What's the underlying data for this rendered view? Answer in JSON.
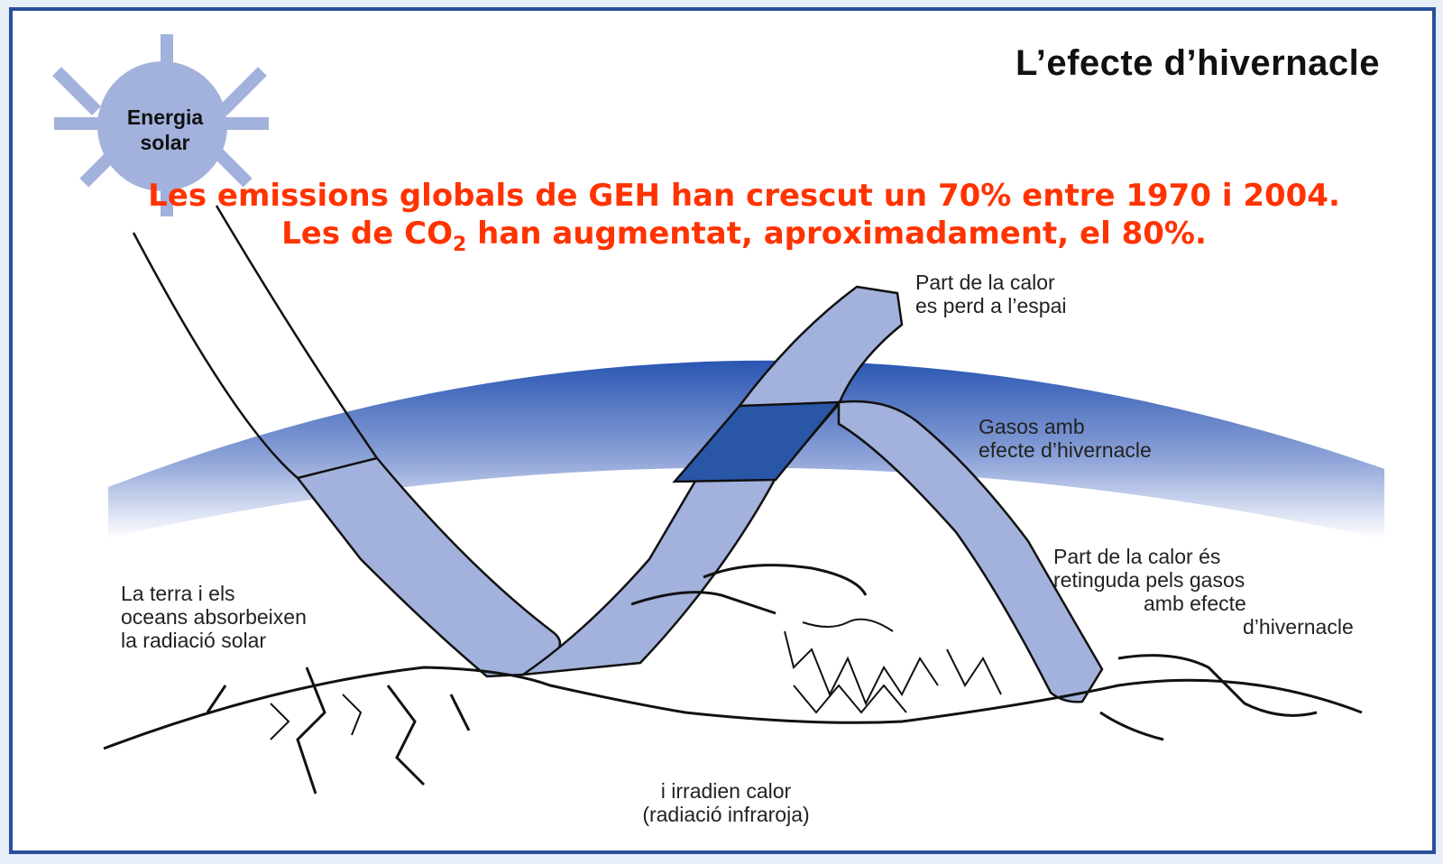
{
  "title": "L’efecte d’hivernacle",
  "sun": {
    "line1": "Energia",
    "line2": "solar"
  },
  "headline": {
    "line1": "Les emissions globals de GEH han crescut un 70% entre 1970 i 2004.",
    "line2_before": "Les de CO",
    "line2_sub": "2",
    "line2_after": " han augmentat, aproximadament, el 80%."
  },
  "labels": {
    "lost_to_space": [
      "Part de la calor",
      "es perd a l’espai"
    ],
    "greenhouse_gases": [
      "Gasos amb",
      "efecte d’hivernacle"
    ],
    "retained_heat": [
      "Part de la calor és",
      "retinguda pels gasos",
      "amb efecte",
      "d’hivernacle"
    ],
    "absorb": [
      "La terra i els",
      "oceans absorbeixen",
      "la radiació solar"
    ],
    "radiate": [
      "i irradien calor",
      "(radiació infraroja)"
    ]
  },
  "colors": {
    "band": "#a3b2dc",
    "band_dark": "#2a56a8",
    "atmosphere_top": "#2a56b2",
    "headline": "#ff3300",
    "frame": "#2a4f9a",
    "sun": "#a3b2dc"
  }
}
